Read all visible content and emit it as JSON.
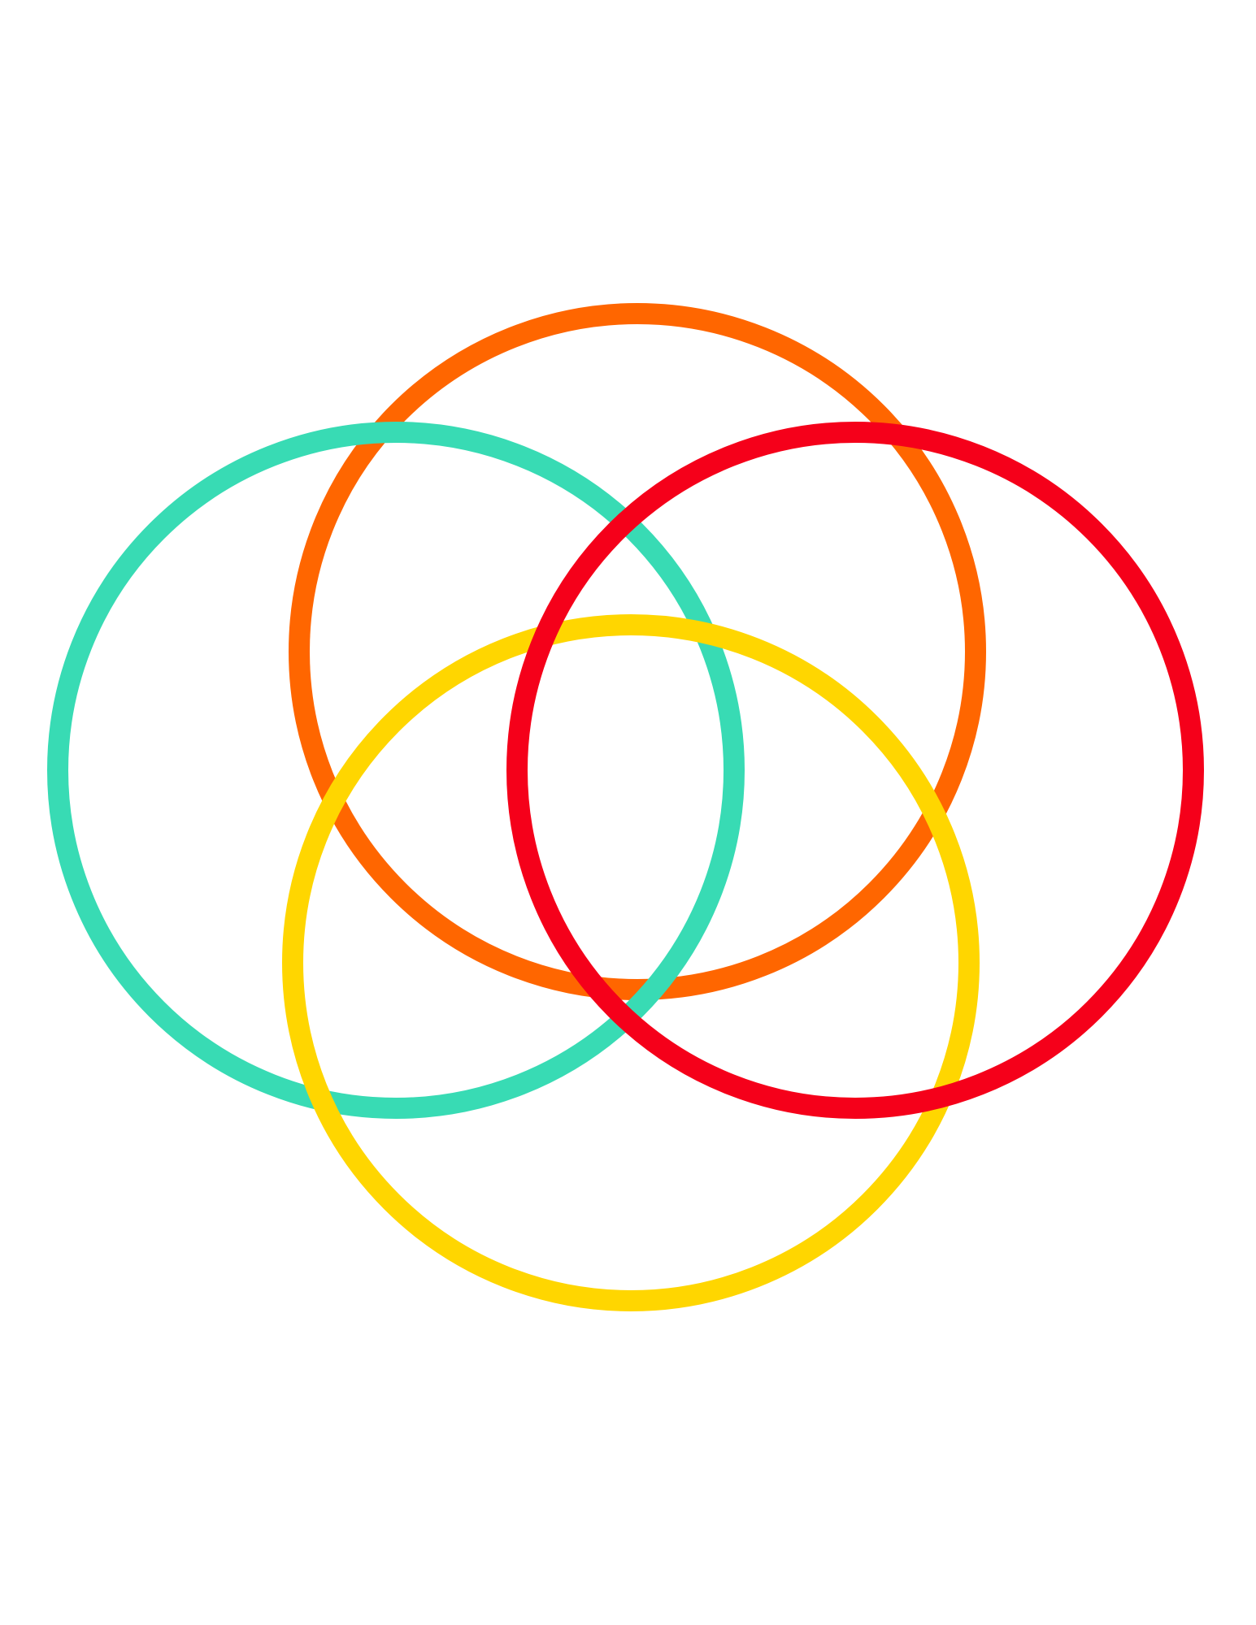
{
  "diagram": {
    "type": "venn",
    "set_count": 4,
    "background": "#ffffff",
    "rings": [
      {
        "id": "orange",
        "color": "#FF6600"
      },
      {
        "id": "teal",
        "color": "#38DBB4"
      },
      {
        "id": "yellow",
        "color": "#FFD600"
      },
      {
        "id": "red",
        "color": "#F5001A"
      }
    ]
  }
}
